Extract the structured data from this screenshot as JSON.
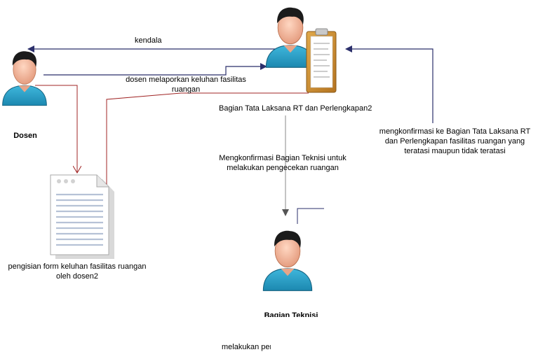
{
  "actors": {
    "dosen": {
      "label": "Dosen"
    },
    "bagian_tata_laksana": {
      "label": "Bagian Tata Laksana RT dan Perlengkapan2"
    },
    "bagian_teknisi": {
      "label": "Bagian Teknisi"
    }
  },
  "documents": {
    "form": {
      "label_line1": "pengisian form keluhan fasilitas ruangan",
      "label_line2": "oleh dosen2"
    }
  },
  "flows": {
    "kendala": {
      "label": "kendala"
    },
    "melaporkan": {
      "line1": "dosen melaporkan keluhan fasilitas",
      "line2": "ruangan"
    },
    "mengkonfirmasi_teknisi": {
      "line1": "Mengkonfirmasi Bagian Teknisi untuk",
      "line2": "melakukan pengecekan ruangan"
    },
    "mengkonfirmasi_status": {
      "line1": "mengkonfirmasi ke Bagian Tata Laksana RT",
      "line2": "dan Perlengkapan fasilitas ruangan yang",
      "line3": "teratasi maupun tidak teratasi"
    },
    "melakukan": {
      "label": "melakukan pengecekan"
    }
  },
  "colors": {
    "navy": "#2b2f6b",
    "red": "#a02424",
    "gray": "#8a8a8a",
    "shirt": "#29a3c9"
  }
}
